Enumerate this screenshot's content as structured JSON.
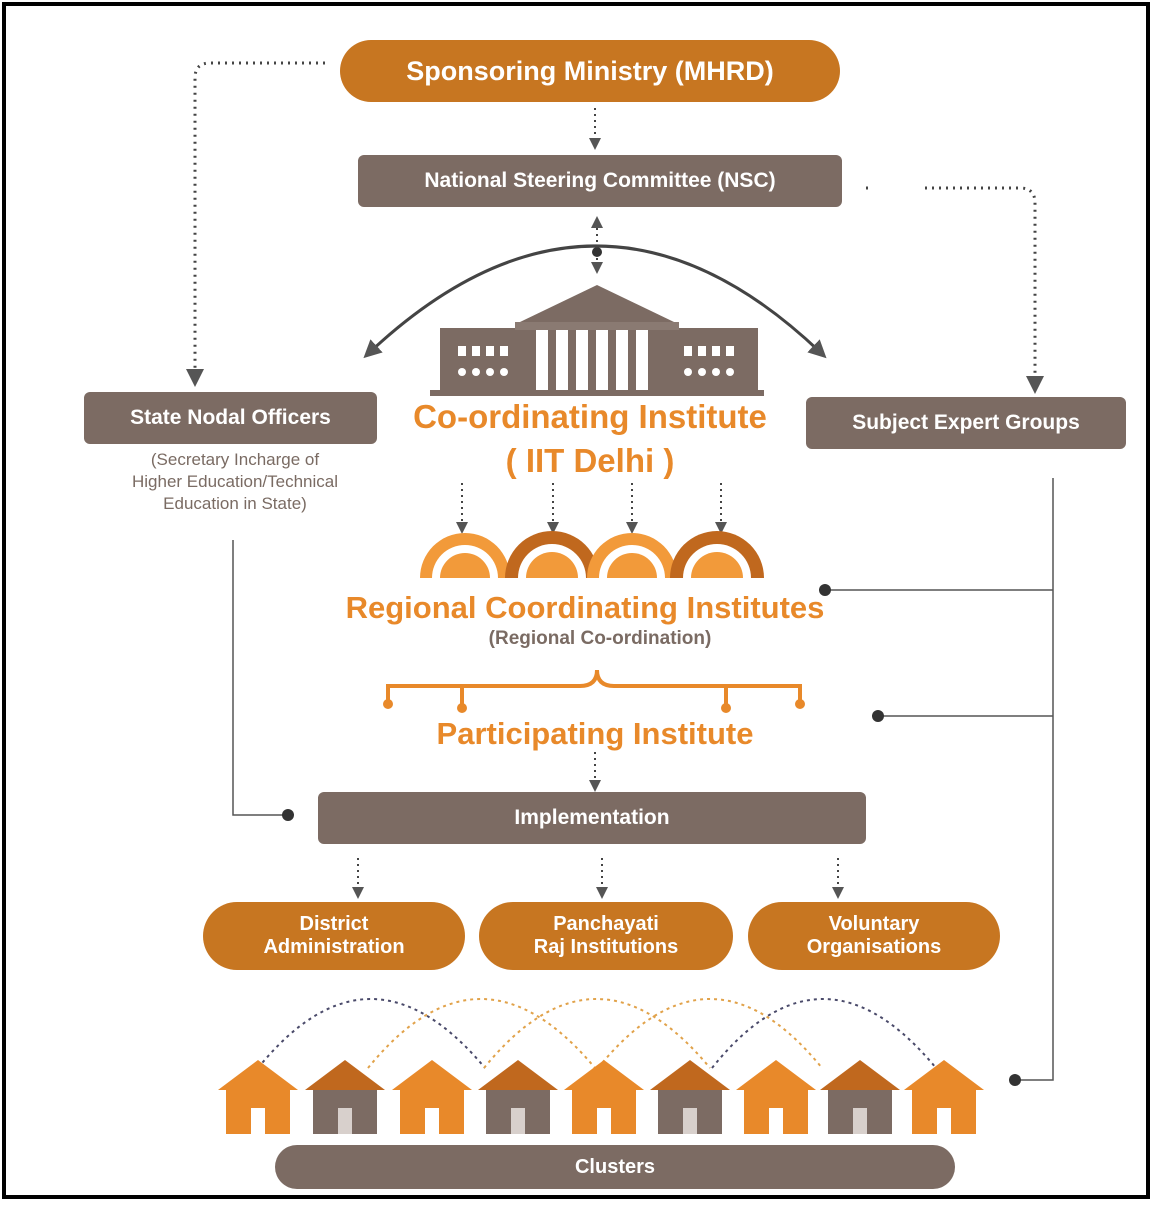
{
  "colors": {
    "brown": "#7c6b63",
    "orange": "#c77621",
    "light_orange": "#e8892a",
    "line_gray": "#555555"
  },
  "nodes": {
    "ministry": "Sponsoring Ministry (MHRD)",
    "nsc": "National Steering Committee (NSC)",
    "state_nodal": "State Nodal Officers",
    "state_nodal_note_1": "(Secretary Incharge of",
    "state_nodal_note_2": "Higher Education/Technical",
    "state_nodal_note_3": "Education in State)",
    "subject_expert": "Subject Expert Groups",
    "coord_title": "Co-ordinating Institute",
    "coord_sub": "( IIT Delhi )",
    "regional_title": "Regional Coordinating Institutes",
    "regional_sub": "(Regional Co-ordination)",
    "participating_title": "Participating Institute",
    "implementation": "Implementation",
    "district_1": "District",
    "district_2": "Administration",
    "panchayati_1": "Panchayati",
    "panchayati_2": "Raj Institutions",
    "voluntary_1": "Voluntary",
    "voluntary_2": "Organisations",
    "clusters": "Clusters"
  },
  "icons": {
    "building": "university-building-icon",
    "arches": "regional-arches-icon",
    "huts": "village-hut-icon"
  }
}
